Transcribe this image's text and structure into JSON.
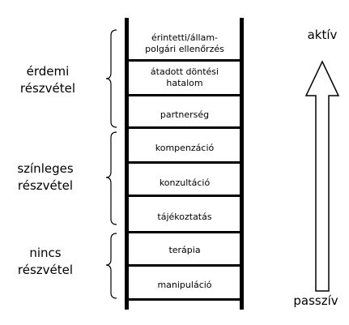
{
  "diagram": {
    "rungs": [
      {
        "line1": "érintetti/állam-",
        "line2": "polgári ellenőrzés"
      },
      {
        "line1": "átadott döntési",
        "line2": "hatalom"
      },
      {
        "line1": "partnerség",
        "line2": ""
      },
      {
        "line1": "kompenzáció",
        "line2": ""
      },
      {
        "line1": "konzultáció",
        "line2": ""
      },
      {
        "line1": "tájékoztatás",
        "line2": ""
      },
      {
        "line1": "terápia",
        "line2": ""
      },
      {
        "line1": "manipuláció",
        "line2": ""
      }
    ],
    "groups": [
      {
        "line1": "érdemi",
        "line2": "részvétel"
      },
      {
        "line1": "színleges",
        "line2": "részvétel"
      },
      {
        "line1": "nincs",
        "line2": "részvétel"
      }
    ],
    "arrow": {
      "top_label": "aktív",
      "bottom_label": "passzív"
    }
  }
}
